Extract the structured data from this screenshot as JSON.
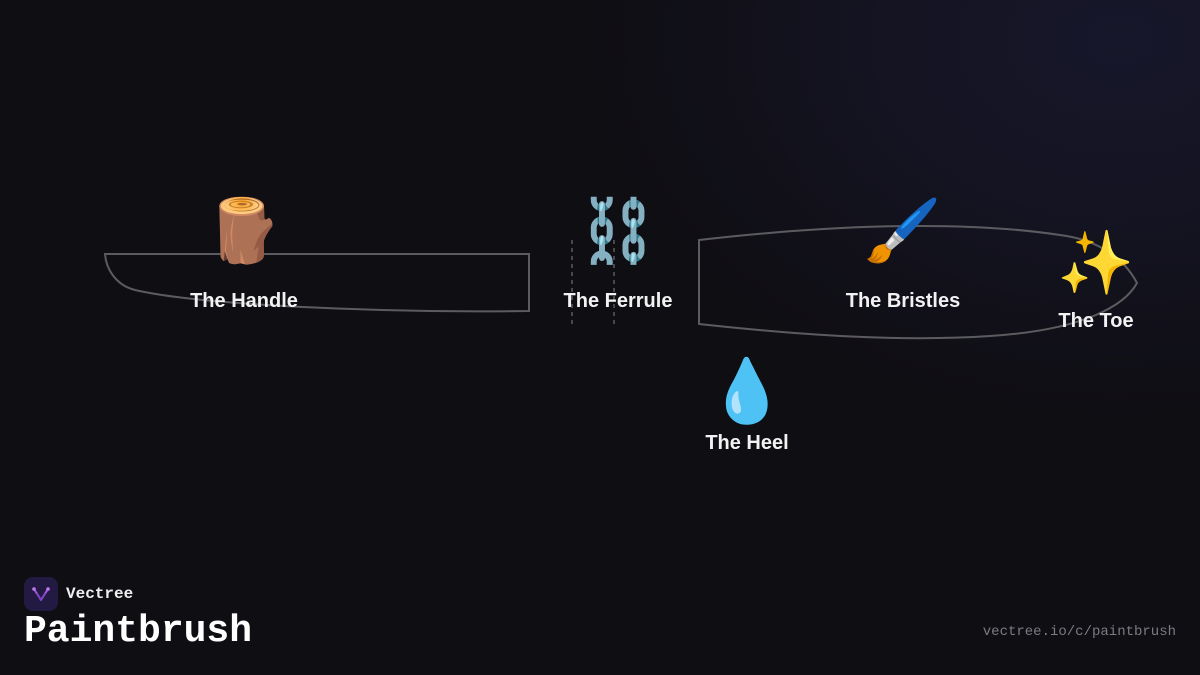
{
  "diagram": {
    "parts": [
      {
        "id": "handle",
        "icon": "wood-log",
        "emoji": "🪵",
        "label": "The Handle"
      },
      {
        "id": "ferrule",
        "icon": "chain-links",
        "emoji": "⛓️",
        "label": "The Ferrule"
      },
      {
        "id": "bristles",
        "icon": "paintbrush",
        "emoji": "🖌️",
        "label": "The Bristles"
      },
      {
        "id": "toe",
        "icon": "sparkles",
        "emoji": "✨",
        "label": "The Toe"
      },
      {
        "id": "heel",
        "icon": "water-droplet",
        "emoji": "💧",
        "label": "The Heel"
      }
    ],
    "outline_color": "#5c5c60"
  },
  "footer": {
    "brand_name": "Vectree",
    "title": "Paintbrush",
    "url": "vectree.io/c/paintbrush"
  },
  "colors": {
    "background": "#0f0e13",
    "logo_background": "#231a44",
    "logo_accent": "#a25be0",
    "muted_text": "#7b7b82"
  }
}
